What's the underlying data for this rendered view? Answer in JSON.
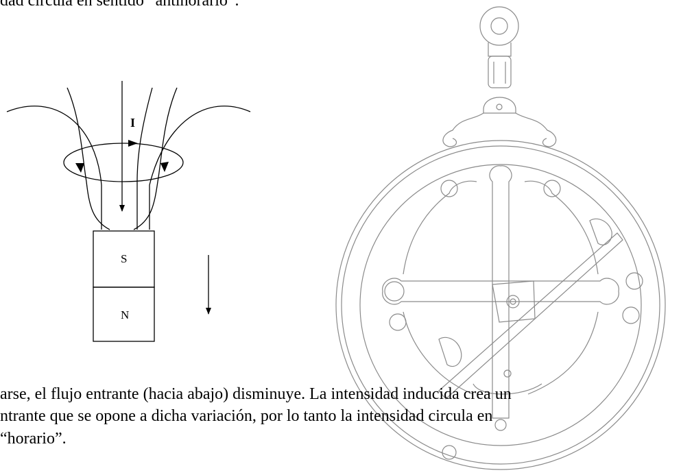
{
  "text": {
    "top_line": "dad circula en sentido “antihorario”.",
    "bottom_line_1": "arse, el flujo entrante (hacia abajo) disminuye. La intensidad inducida crea un",
    "bottom_line_2": "ntrante que se opone a dicha variación, por lo tanto la intensidad circula en",
    "bottom_line_3": "“horario”."
  },
  "figure": {
    "current_label": "I",
    "magnet_top": "S",
    "magnet_bottom": "N"
  }
}
